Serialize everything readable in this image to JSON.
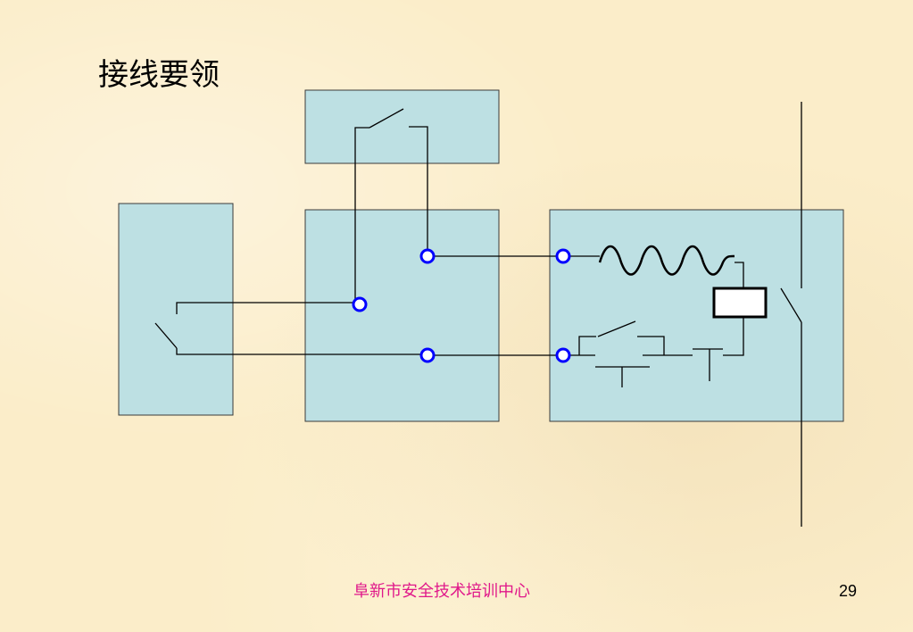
{
  "slide": {
    "title": "接线要领",
    "footer": "阜新市安全技术培训中心",
    "page_number": "29"
  },
  "colors": {
    "background": "#fbedc9",
    "box_fill": "#bde0e3",
    "box_stroke": "#3a3a3a",
    "wire": "#000000",
    "terminal": "#0000ff",
    "footer_text": "#e0188a"
  }
}
